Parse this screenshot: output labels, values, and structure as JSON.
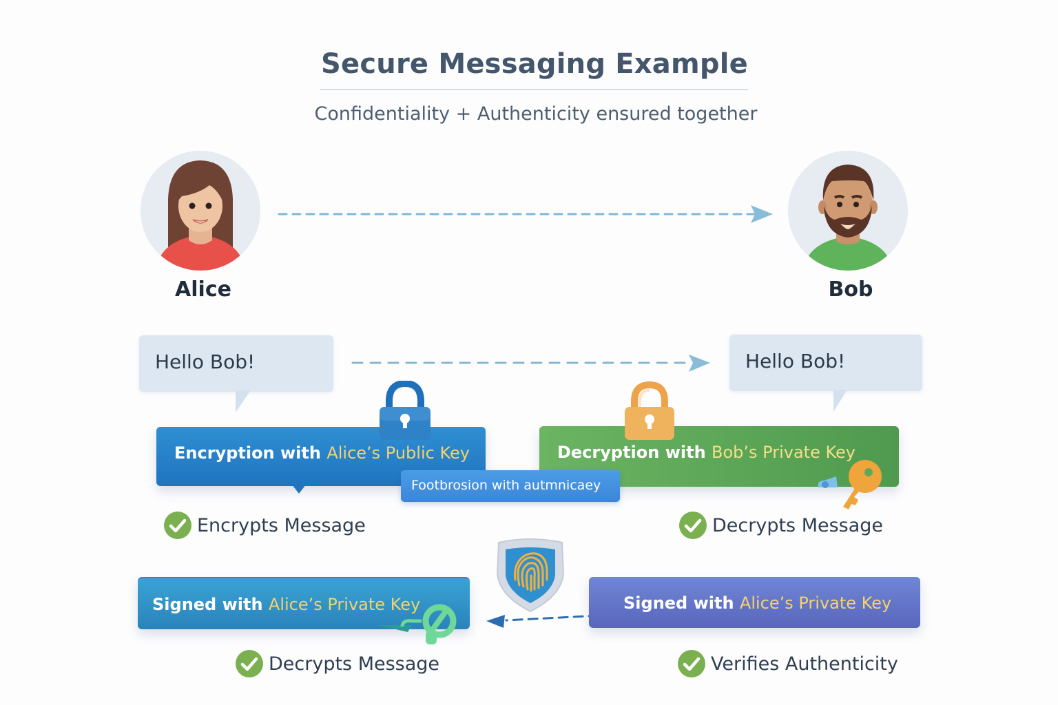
{
  "header": {
    "title": "Secure Messaging Example",
    "subtitle": "Confidentiality + Authenticity ensured together"
  },
  "people": {
    "alice": {
      "name": "Alice",
      "avatar_icon": "woman-avatar-icon",
      "shirt_color": "#e8514a"
    },
    "bob": {
      "name": "Bob",
      "avatar_icon": "bearded-man-avatar-icon",
      "shirt_color": "#5fb35a"
    }
  },
  "messages": {
    "sent": "Hello Bob!",
    "received": "Hello Bob!"
  },
  "steps": {
    "encryption": {
      "prefix": "Encryption with ",
      "highlight": "Alice’s Public Key",
      "icon": "padlock-blue-icon",
      "color": "#2a82c8"
    },
    "decryption": {
      "prefix": "Decryption with ",
      "highlight": "Bob’s Private Key",
      "icon": "padlock-orange-icon",
      "key_icon": "key-orange-icon",
      "color": "#5ea858"
    },
    "overlay_label": "Footbrosion with autmnicaey",
    "signing_left": {
      "prefix": "Signed with ",
      "highlight": "Alice’s Private Key",
      "icon": "signature-seal-icon",
      "color": "#3295c8"
    },
    "signing_right": {
      "prefix": "Signed with ",
      "highlight": "Alice’s Private Key",
      "color": "#6476cc"
    },
    "verification_icon": "fingerprint-shield-icon"
  },
  "results": {
    "encrypts": "Encrypts Message",
    "decrypts_right": "Decrypts Message",
    "decrypts_left": "Decrypts Message",
    "verifies": "Verifies Authenticity",
    "check_color": "#7ab04f"
  },
  "colors": {
    "highlight": "#f4d36a",
    "arrow": "#7fb8d6",
    "arrow_dark": "#2a6fb0"
  }
}
